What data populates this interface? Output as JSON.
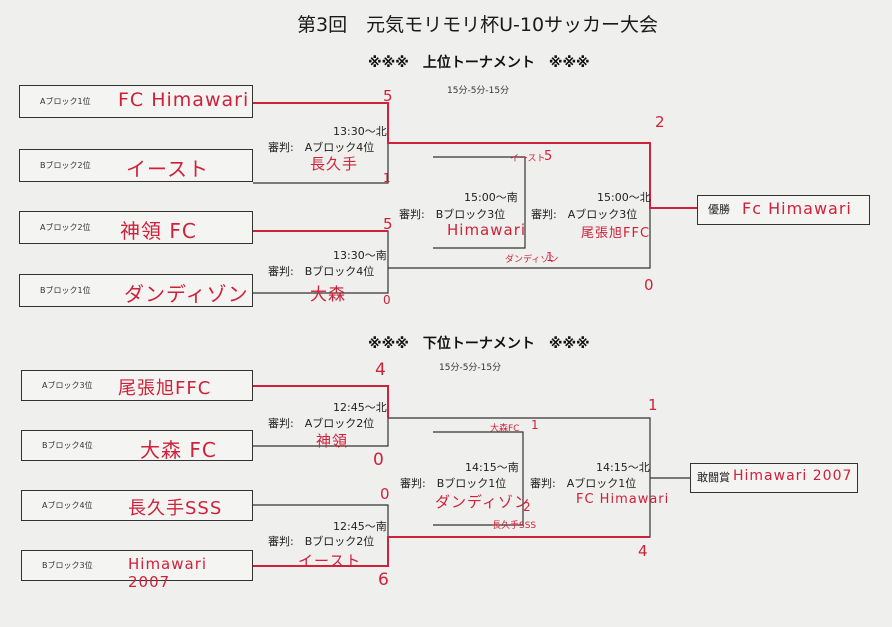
{
  "header": {
    "title": "第3回　元気モリモリ杯U-10サッカー大会"
  },
  "upper": {
    "subtitle": "※※※　上位トーナメント　※※※",
    "duration": "15分-5分-15分",
    "slots": [
      {
        "label": "Aブロック1位",
        "team": "FC Himawari"
      },
      {
        "label": "Bブロック2位",
        "team": "イースト"
      },
      {
        "label": "Aブロック2位",
        "team": "神領 FC"
      },
      {
        "label": "Bブロック1位",
        "team": "ダンディゾン"
      }
    ],
    "match1": {
      "time": "13:30～北",
      "referee": "審判:　Aブロック4位",
      "referee_hand": "長久手",
      "score_top": "5",
      "score_bottom": "1"
    },
    "match2": {
      "time": "13:30～南",
      "referee": "審判:　Bブロック4位",
      "referee_hand": "大森",
      "score_top": "5",
      "score_bottom": "0"
    },
    "semi": {
      "time": "15:00～南",
      "referee": "審判:　Bブロック3位",
      "referee_hand": "Himawari",
      "note_top": "イースト",
      "score_top": "5",
      "note_bottom": "ダンディゾン",
      "score_bottom": "1"
    },
    "final": {
      "time": "15:00～北",
      "referee": "審判:　Aブロック3位",
      "referee_hand": "尾張旭FFC",
      "score_top": "2",
      "score_bottom": "0"
    },
    "result": {
      "label": "優勝",
      "team": "Fc Himawari"
    }
  },
  "lower": {
    "subtitle": "※※※　下位トーナメント　※※※",
    "duration": "15分-5分-15分",
    "slots": [
      {
        "label": "Aブロック3位",
        "team": "尾張旭FFC"
      },
      {
        "label": "Bブロック4位",
        "team": "大森 FC"
      },
      {
        "label": "Aブロック4位",
        "team": "長久手SSS"
      },
      {
        "label": "Bブロック3位",
        "team": "Himawari 2007"
      }
    ],
    "match1": {
      "time": "12:45～北",
      "referee": "審判:　Aブロック2位",
      "referee_hand": "神領",
      "score_top": "4",
      "score_bottom": "0"
    },
    "match2": {
      "time": "12:45～南",
      "referee": "審判:　Bブロック2位",
      "referee_hand": "イースト",
      "score_top": "0",
      "score_bottom": "6"
    },
    "semi": {
      "time": "14:15～南",
      "referee": "審判:　Bブロック1位",
      "referee_hand": "ダンディゾン",
      "note_top": "大森FC",
      "score_top": "1",
      "note_bottom": "長久手SSS",
      "score_bottom": "2"
    },
    "final": {
      "time": "14:15～北",
      "referee": "審判:　Aブロック1位",
      "referee_hand": "FC Himawari",
      "score_top": "1",
      "score_bottom": "4"
    },
    "result": {
      "label": "敢闘賞",
      "team": "Himawari 2007"
    }
  },
  "colors": {
    "ink": "#222222",
    "red_marker": "#d0213a",
    "paper": "#efefed"
  }
}
